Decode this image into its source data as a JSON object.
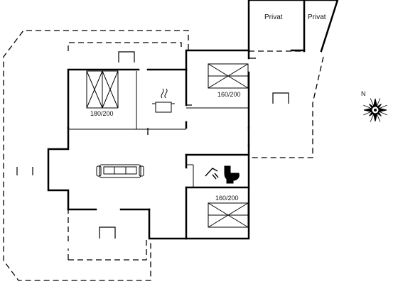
{
  "rooms": {
    "private_left": "Privat",
    "private_right": "Privat"
  },
  "beds": {
    "bedroom_left": "180/200",
    "bedroom_right_top": "160/200",
    "bedroom_right_bottom": "160/200"
  },
  "compass": {
    "north_letter": "N"
  },
  "icons": {
    "bed": "bed-icon",
    "double_bed": "double-bed-icon",
    "stove": "cooking-pot-icon",
    "sofa": "sofa-icon",
    "shower": "shower-icon",
    "toilet": "toilet-icon",
    "compass": "compass-rose-icon",
    "window": "window-icon"
  },
  "colors": {
    "wall": "#000000",
    "terrace_outline": "#000000",
    "background": "#ffffff"
  }
}
